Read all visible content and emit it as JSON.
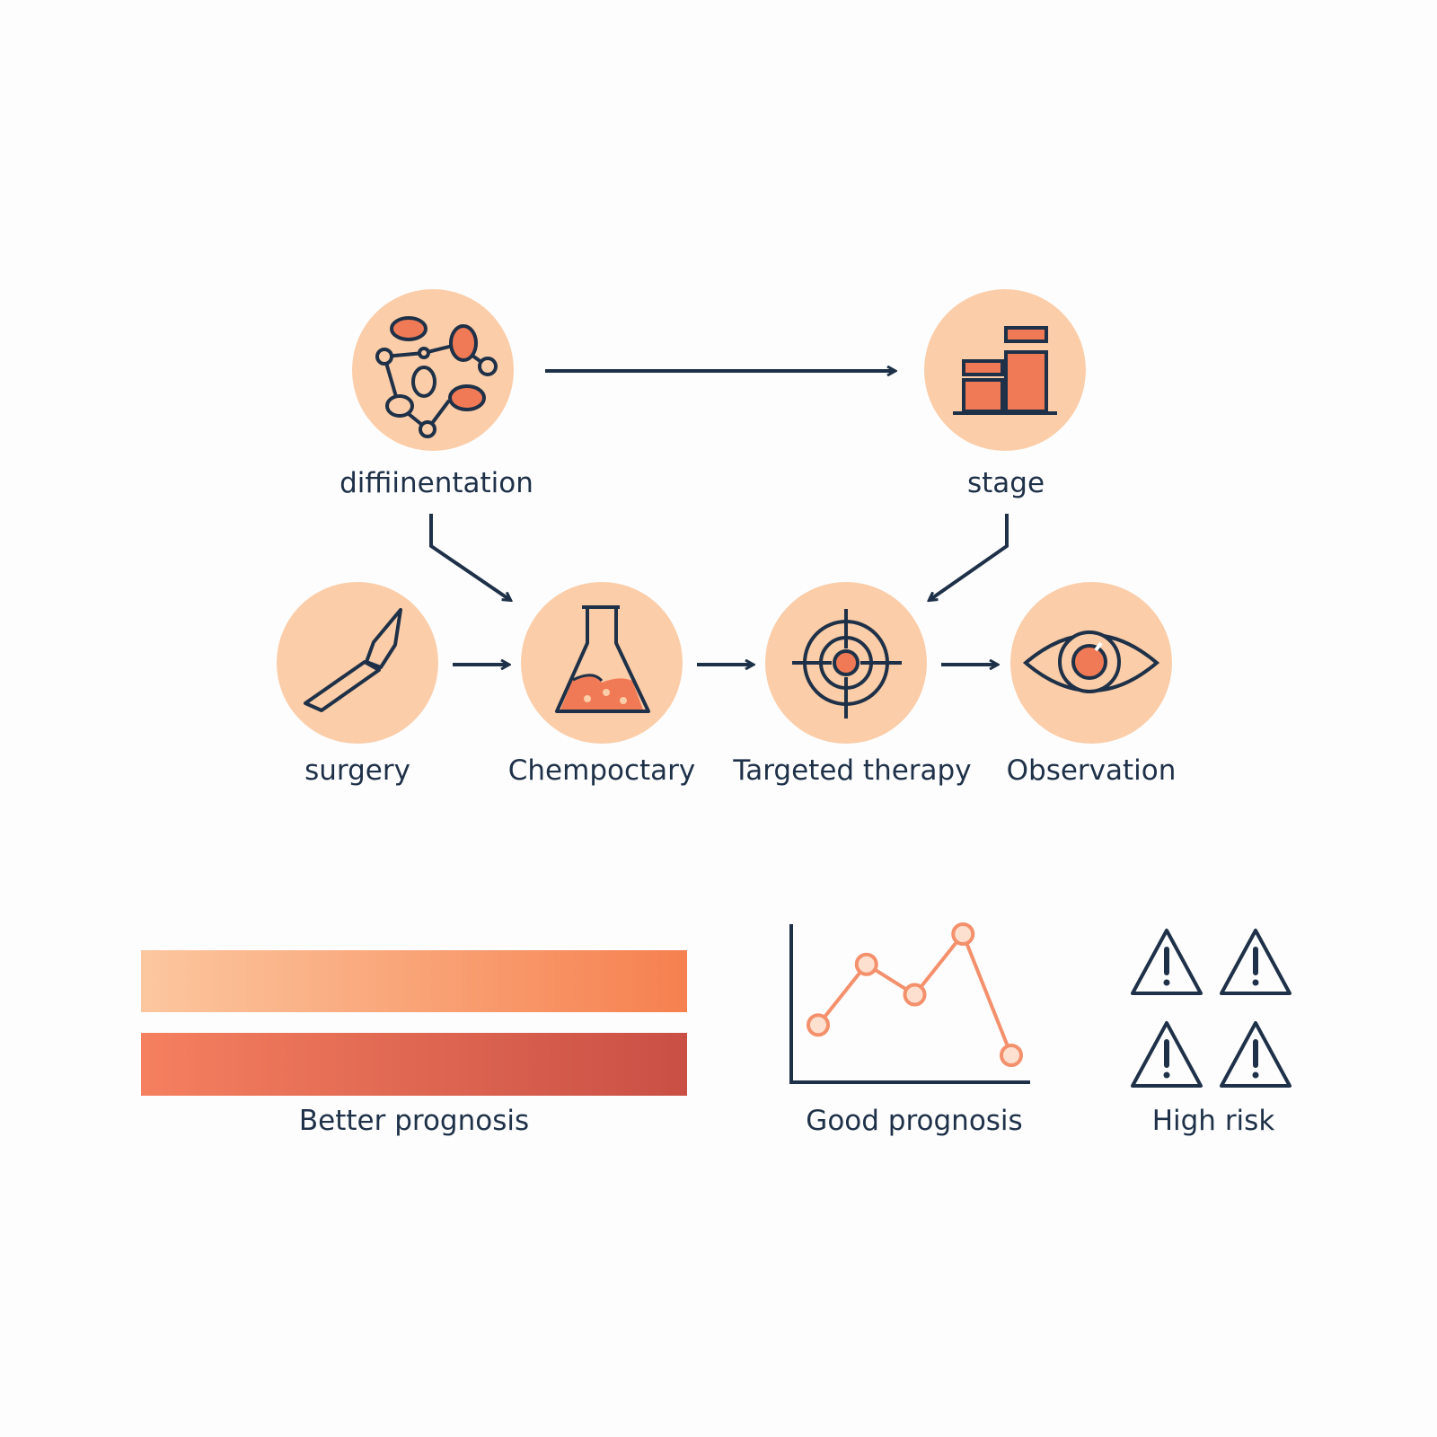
{
  "colors": {
    "circle_fill": "#fbcda8",
    "accent": "#f07a55",
    "ink": "#1e3148",
    "bar_top_start": "#fcc79f",
    "bar_top_end": "#f6804f",
    "bar_bottom_start": "#f5805f",
    "bar_bottom_end": "#c94f45",
    "line_series": "#f4906c"
  },
  "nodes": {
    "differentiation": {
      "label": "diffiinentation",
      "icon": "cell-cluster-icon"
    },
    "stage": {
      "label": "stage",
      "icon": "bar-blocks-icon"
    },
    "surgery": {
      "label": "surgery",
      "icon": "scalpel-icon"
    },
    "chemotherapy": {
      "label": "Chempoctary",
      "icon": "flask-icon"
    },
    "targeted": {
      "label": "Targeted therapy",
      "icon": "target-icon"
    },
    "observation": {
      "label": "Observation",
      "icon": "eye-icon"
    }
  },
  "legend": {
    "bars_label": "Better prognosis",
    "chart_label": "Good prognosis",
    "risk_label": "High risk",
    "chart_values": [
      1,
      3,
      2,
      4,
      0
    ],
    "chart_ylim": [
      0,
      5
    ],
    "warning_icon_count": 4
  }
}
